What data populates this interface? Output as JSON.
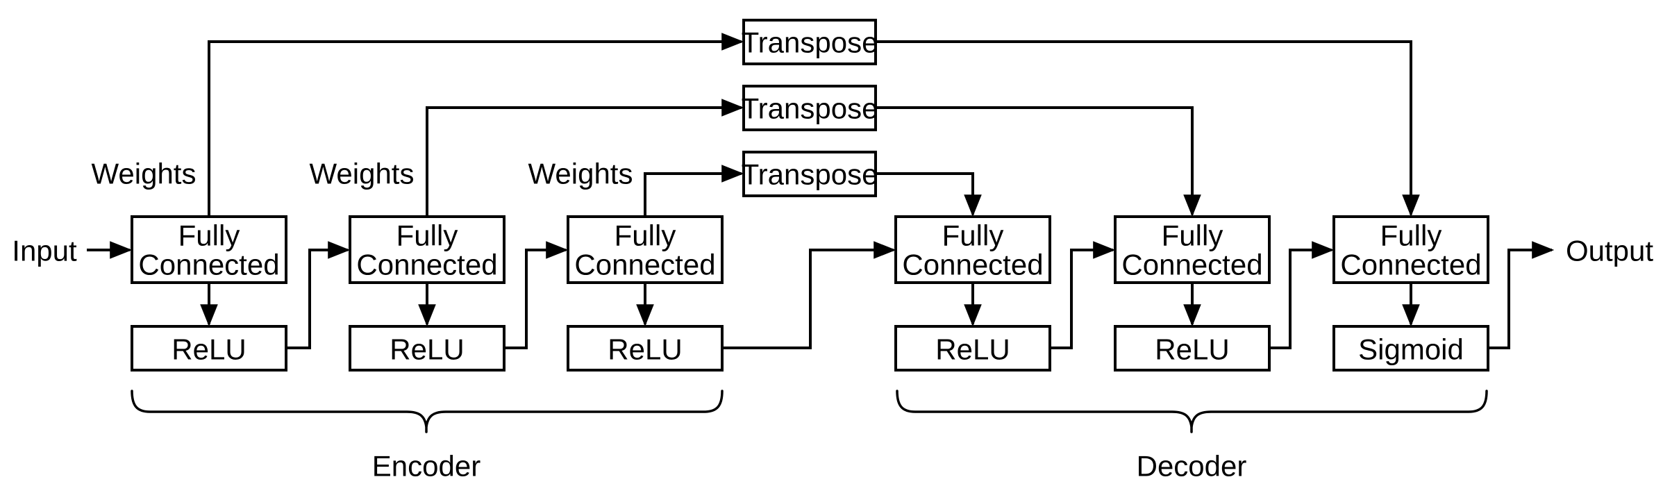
{
  "labels": {
    "input": "Input",
    "output": "Output",
    "weights": "Weights",
    "transpose": "Transpose",
    "encoder": "Encoder",
    "decoder": "Decoder"
  },
  "nodes": {
    "fully_connected_line1": "Fully",
    "fully_connected_line2": "Connected",
    "relu": "ReLU",
    "sigmoid": "Sigmoid"
  },
  "colors": {
    "stroke": "#000000",
    "text": "#000000",
    "background": "#ffffff",
    "box_fill": "#ffffff"
  }
}
